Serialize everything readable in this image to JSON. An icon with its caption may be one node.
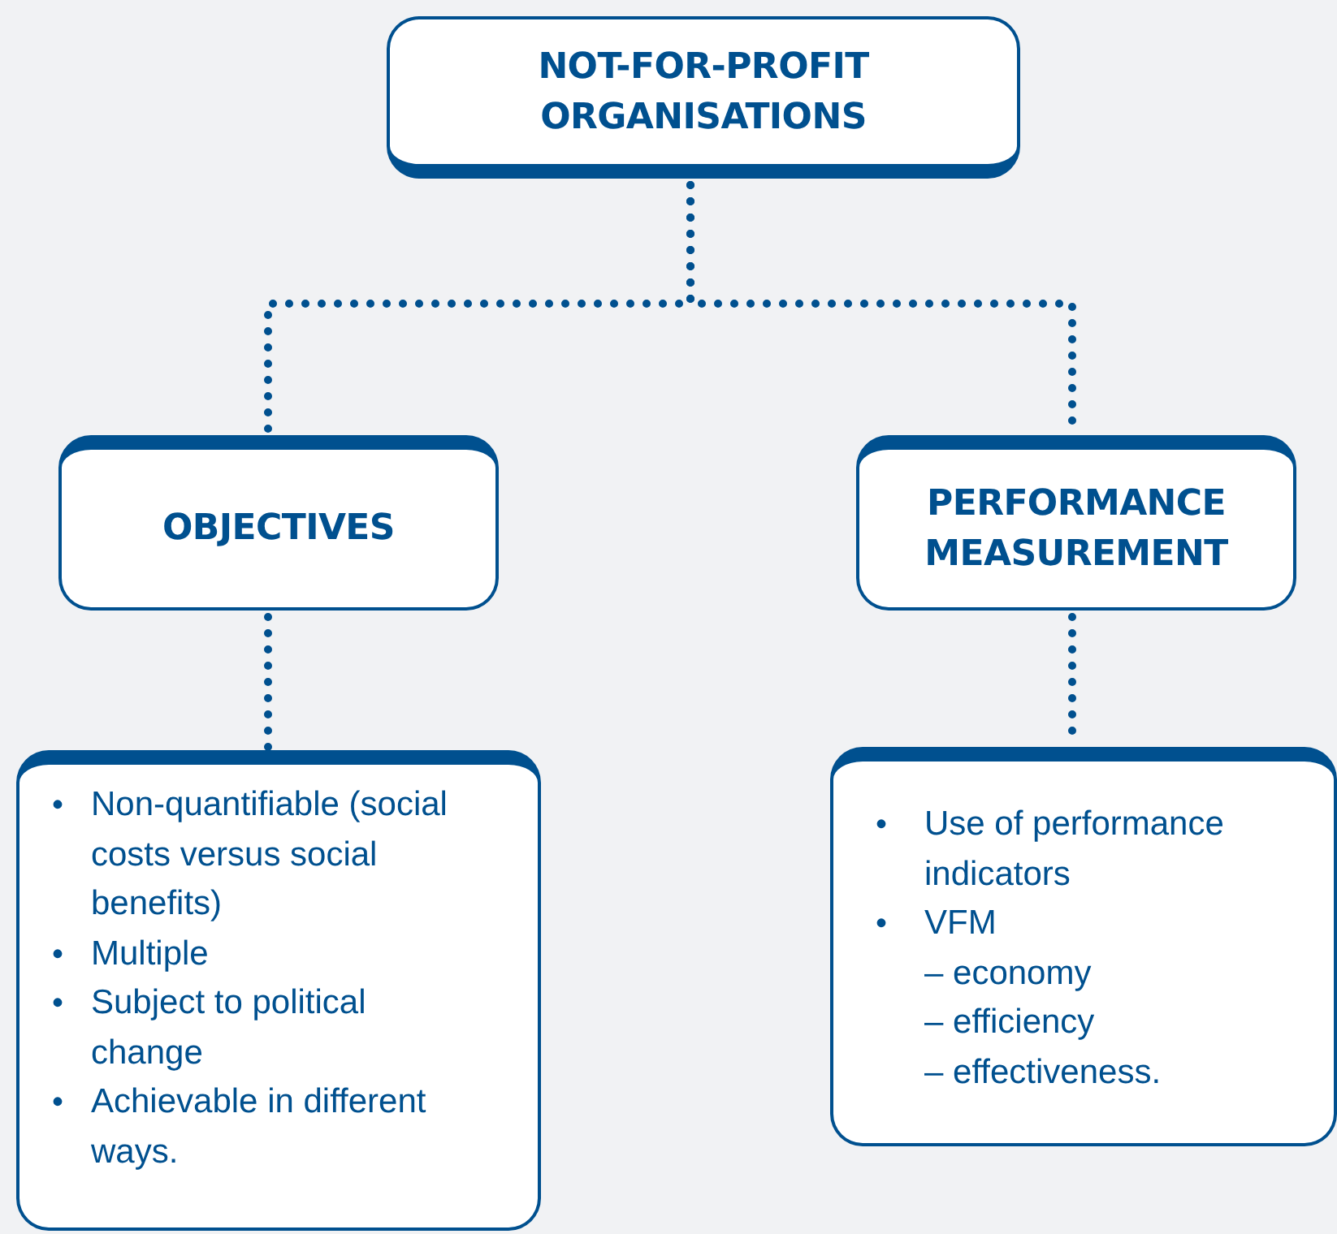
{
  "diagram": {
    "nodes": [
      {
        "text": [
          "NOT-FOR-PROFIT ORGANISATIONS"
        ]
      },
      {
        "text": [
          "OBJECTIVES"
        ]
      },
      {
        "text": [
          "PERFORMANCE MEASUREMENT"
        ]
      },
      {
        "text": [
          "•",
          "Non-quantifiable (social costs versus social benefits)",
          "•",
          "Multiple",
          "•",
          "Subject to political change",
          "•",
          "Achievable in different ways."
        ]
      },
      {
        "text": [
          "•",
          "Use of performance indicators",
          "•",
          "VFM",
          "– economy",
          "– efficiency",
          "– effectiveness."
        ]
      }
    ],
    "edges": [
      {
        "from": 0,
        "to": 1,
        "arrow": "none",
        "style": "dashed"
      },
      {
        "from": 0,
        "to": 2,
        "arrow": "none",
        "style": "dashed"
      },
      {
        "from": 1,
        "to": 3,
        "arrow": "none",
        "style": "dashed"
      },
      {
        "from": 2,
        "to": 4,
        "arrow": "none",
        "style": "dashed"
      }
    ]
  }
}
